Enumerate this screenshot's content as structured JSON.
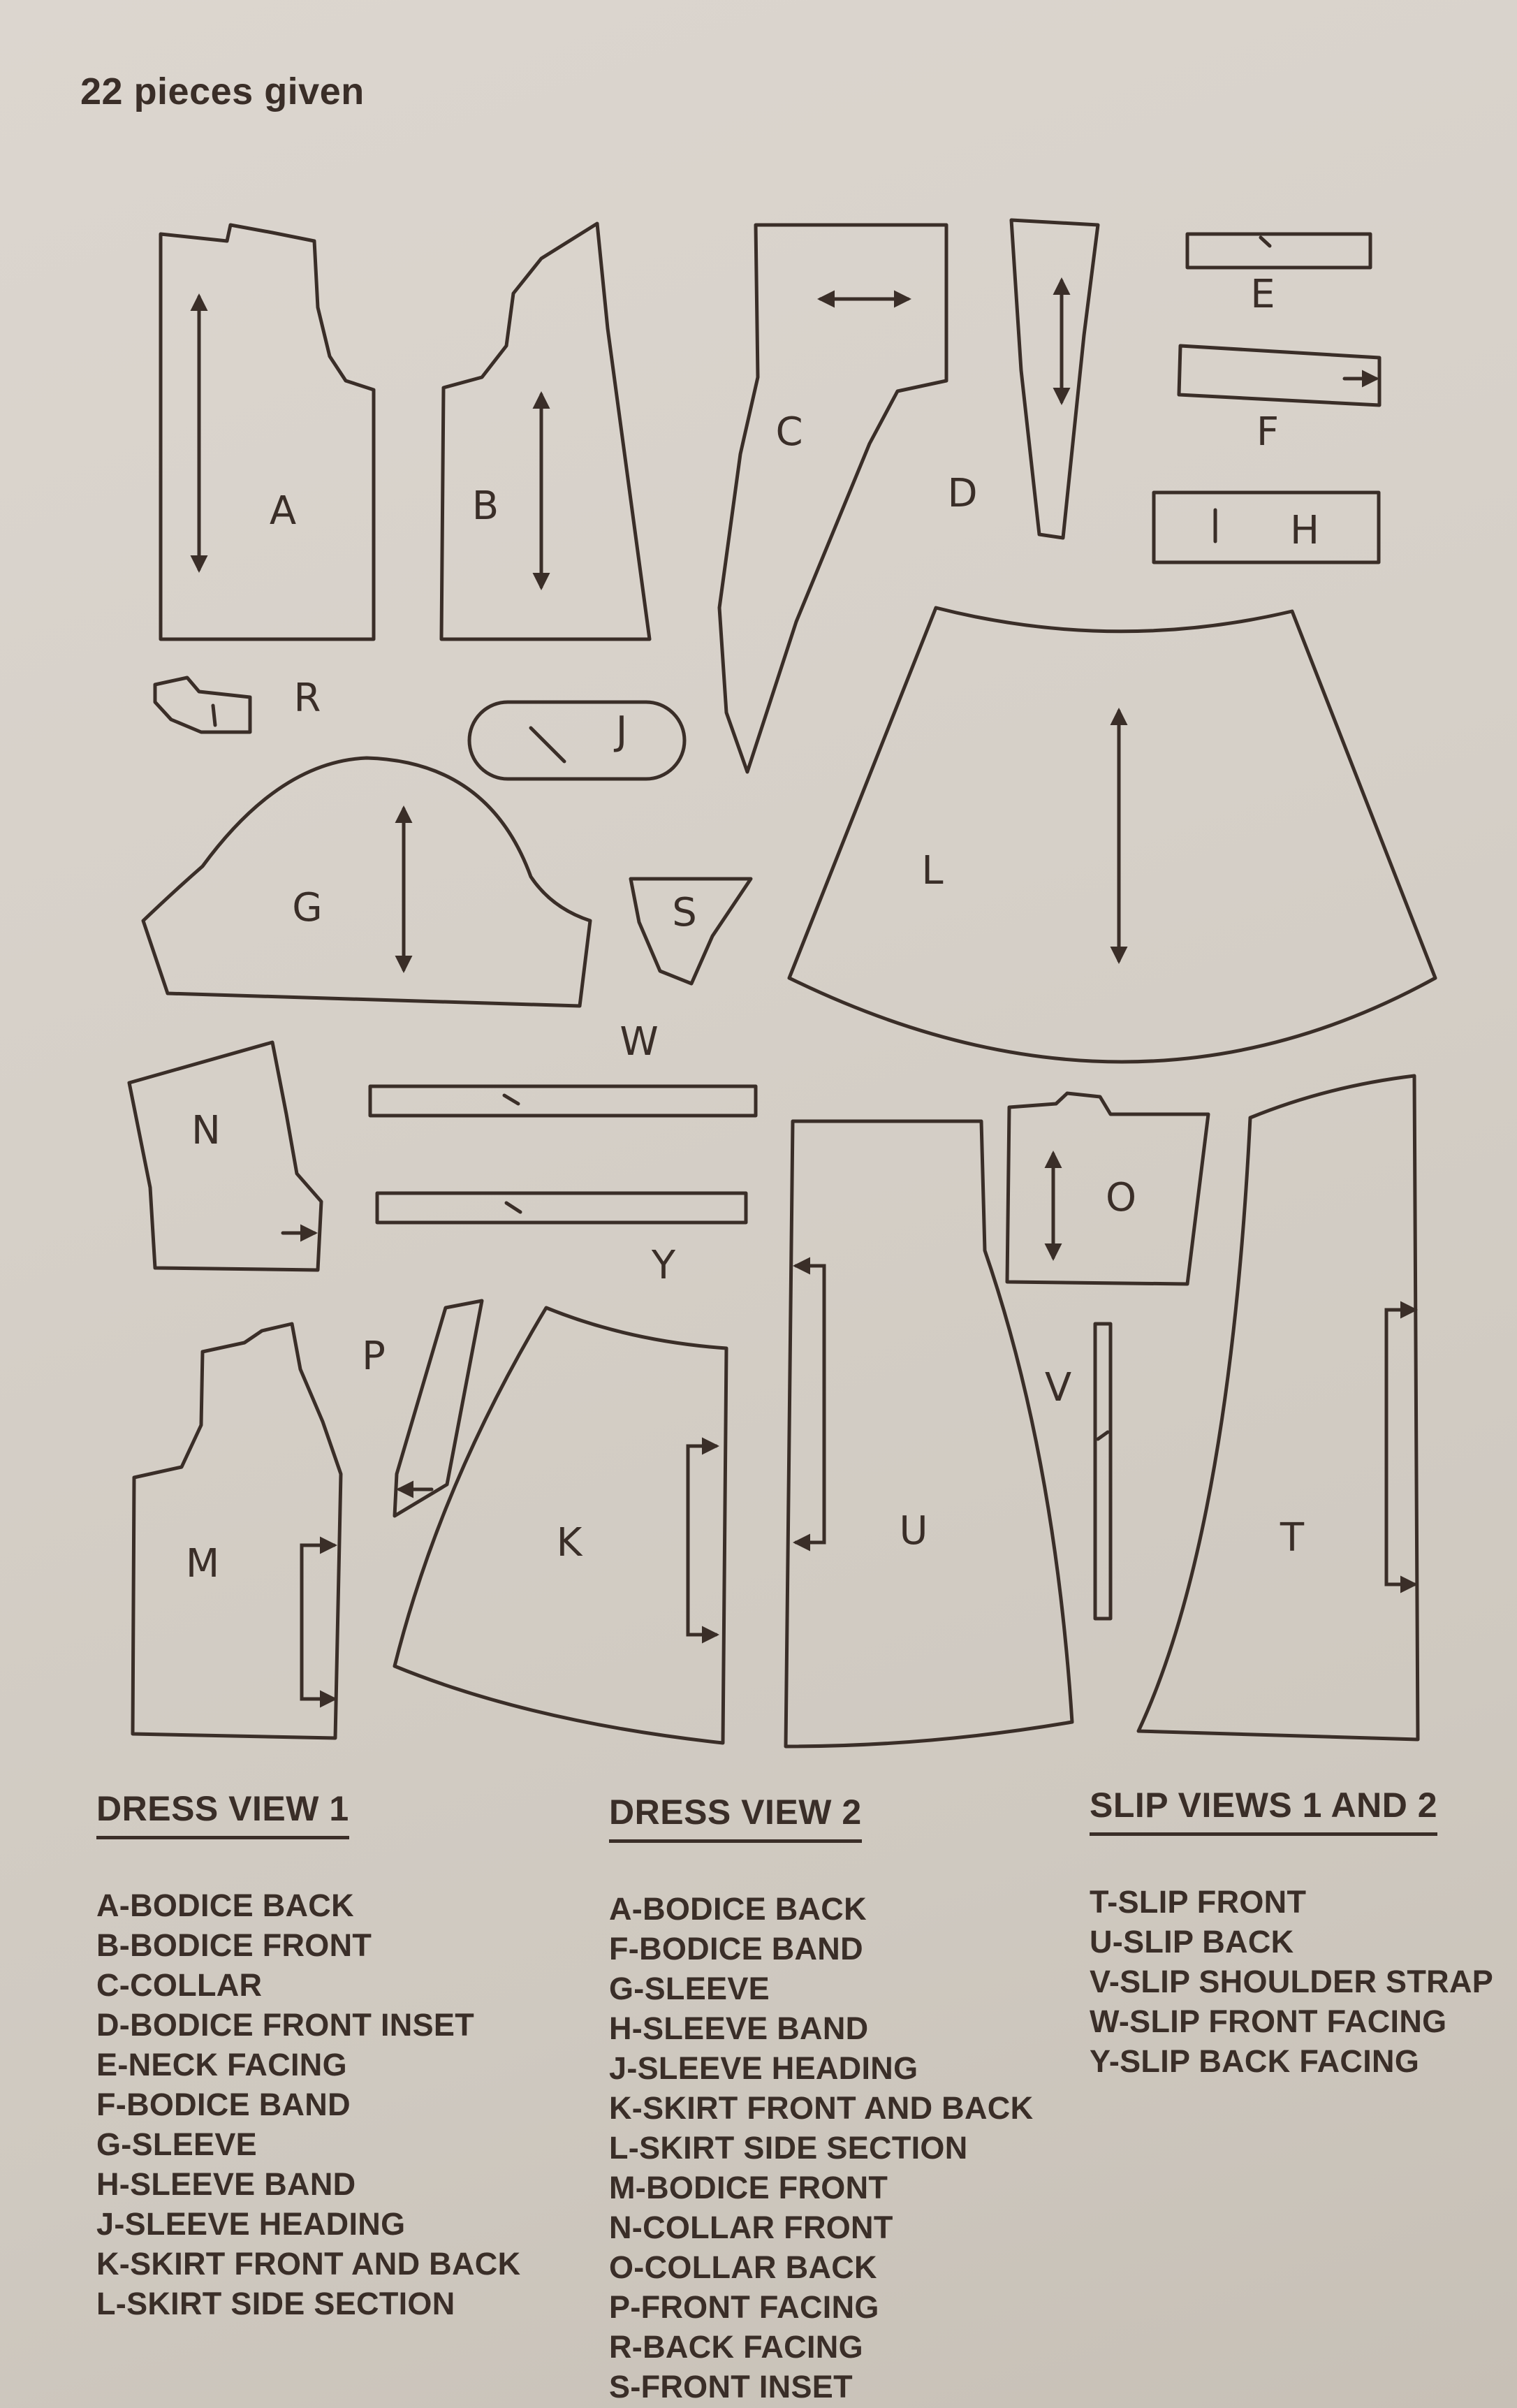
{
  "header": {
    "pieces_count": "22 pieces given"
  },
  "pieces": [
    {
      "letter": "A"
    },
    {
      "letter": "B"
    },
    {
      "letter": "C"
    },
    {
      "letter": "D"
    },
    {
      "letter": "E"
    },
    {
      "letter": "F"
    },
    {
      "letter": "H"
    },
    {
      "letter": "R"
    },
    {
      "letter": "J"
    },
    {
      "letter": "G"
    },
    {
      "letter": "S"
    },
    {
      "letter": "L"
    },
    {
      "letter": "W"
    },
    {
      "letter": "N"
    },
    {
      "letter": "Y"
    },
    {
      "letter": "O"
    },
    {
      "letter": "V"
    },
    {
      "letter": "P"
    },
    {
      "letter": "M"
    },
    {
      "letter": "K"
    },
    {
      "letter": "U"
    },
    {
      "letter": "T"
    }
  ],
  "legend": [
    {
      "heading": "DRESS VIEW 1",
      "items": [
        "A-BODICE BACK",
        "B-BODICE FRONT",
        "C-COLLAR",
        "D-BODICE FRONT INSET",
        "E-NECK FACING",
        "F-BODICE BAND",
        "G-SLEEVE",
        "H-SLEEVE BAND",
        "J-SLEEVE HEADING",
        "K-SKIRT FRONT AND BACK",
        "L-SKIRT SIDE SECTION"
      ]
    },
    {
      "heading": "DRESS VIEW 2",
      "items": [
        "A-BODICE BACK",
        "F-BODICE BAND",
        "G-SLEEVE",
        "H-SLEEVE BAND",
        "J-SLEEVE HEADING",
        "K-SKIRT FRONT AND BACK",
        "L-SKIRT SIDE SECTION",
        "M-BODICE FRONT",
        "N-COLLAR FRONT",
        "O-COLLAR BACK",
        "P-FRONT FACING",
        "R-BACK FACING",
        "S-FRONT INSET"
      ]
    },
    {
      "heading": "SLIP VIEWS 1 AND 2",
      "items": [
        "T-SLIP FRONT",
        "U-SLIP BACK",
        "V-SLIP SHOULDER STRAP",
        "W-SLIP FRONT FACING",
        "Y-SLIP BACK FACING"
      ]
    }
  ]
}
